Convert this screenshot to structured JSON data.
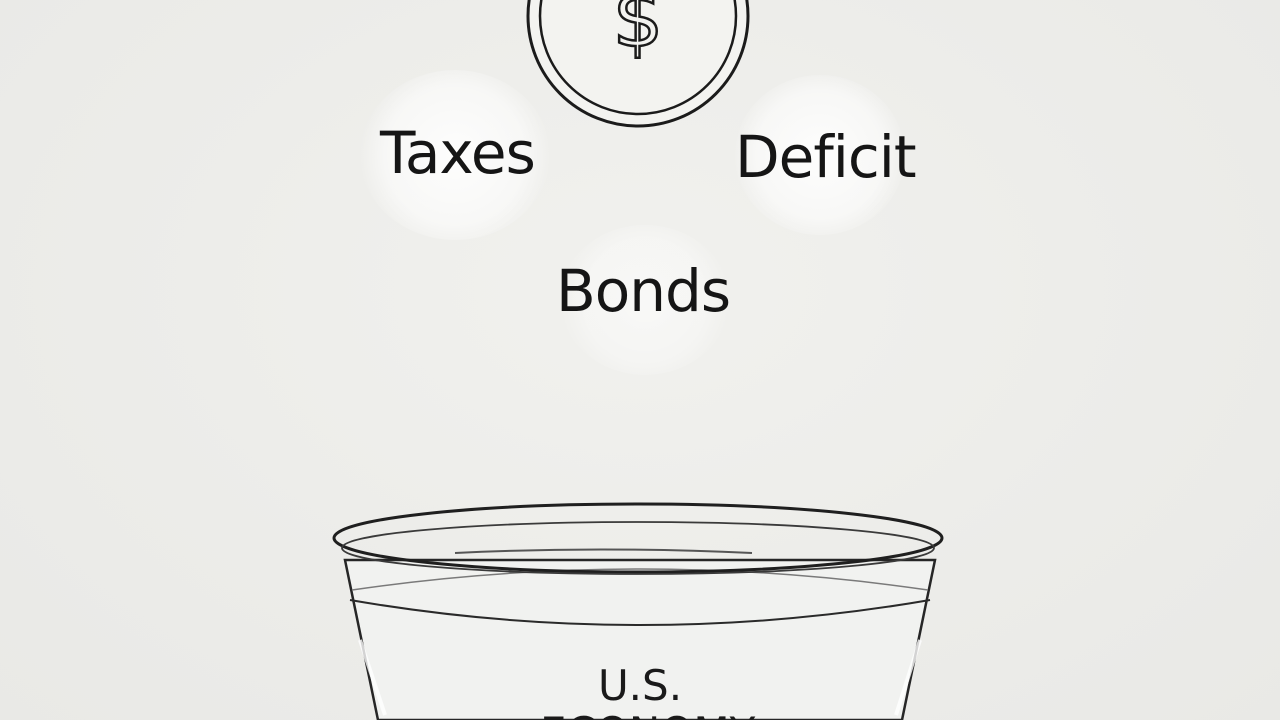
{
  "coin": {
    "symbol": "$",
    "icon": "dollar-coin-icon"
  },
  "labels": {
    "taxes": "Taxes",
    "deficit": "Deficit",
    "bonds": "Bonds"
  },
  "bowl": {
    "label_line1": "U.S.",
    "label_line2": "ECONOMY"
  },
  "colors": {
    "background": "#eeeeeb",
    "ink": "#151515"
  }
}
